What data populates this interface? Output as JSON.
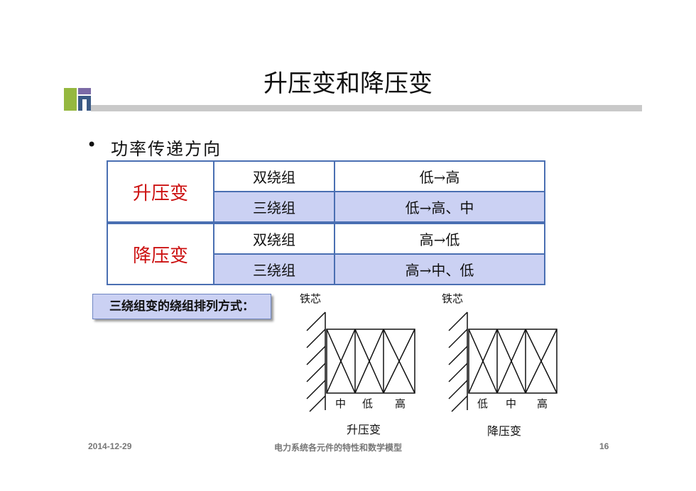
{
  "slide": {
    "title": "升压变和降压变",
    "bullet_symbol": "•",
    "bullet_text": "功率传递方向"
  },
  "table": {
    "groups": [
      {
        "type": "升压变",
        "rows": [
          {
            "winding": "双绕组",
            "direction": "低→高"
          },
          {
            "winding": "三绕组",
            "direction": "低→高、中"
          }
        ]
      },
      {
        "type": "降压变",
        "rows": [
          {
            "winding": "双绕组",
            "direction": "高→低"
          },
          {
            "winding": "三绕组",
            "direction": "高→中、低"
          }
        ]
      }
    ]
  },
  "arrangement_label": "三绕组变的绕组排列方式：",
  "diagrams": [
    {
      "core_label": "铁芯",
      "windings": [
        "中",
        "低",
        "高"
      ],
      "caption": "升压变"
    },
    {
      "core_label": "铁芯",
      "windings": [
        "低",
        "中",
        "高"
      ],
      "caption": "降压变"
    }
  ],
  "footer": {
    "date": "2014-12-29",
    "course": "电力系统各元件的特性和数学模型",
    "page": "16"
  },
  "colors": {
    "title_rule": "#c9c9c9",
    "table_border": "#4a6fb2",
    "table_shade": "#cbd1f3",
    "type_text": "#cc1111"
  }
}
